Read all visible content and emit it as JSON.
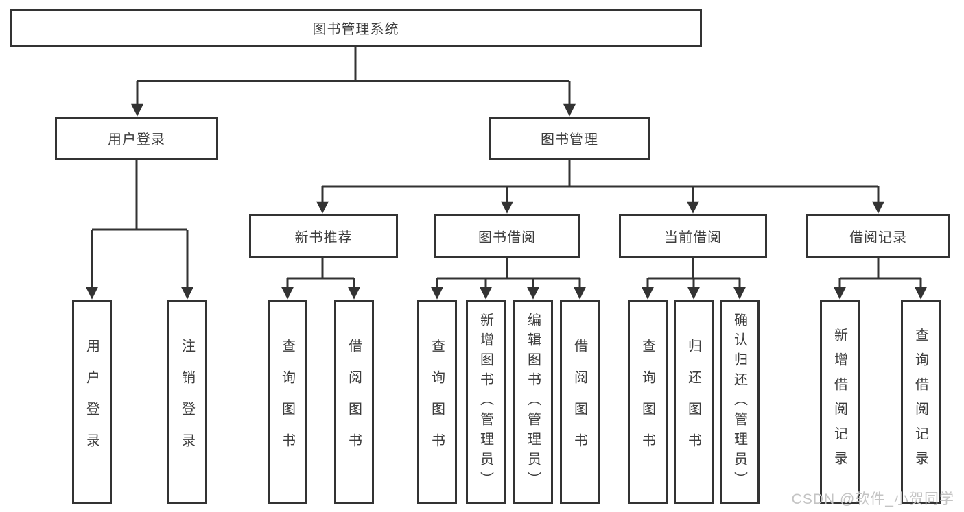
{
  "colors": {
    "line": "#333333",
    "box_border": "#333333",
    "box_background": "#ffffff",
    "text": "#3d3d3d",
    "watermark_text": "#c4c4c4"
  },
  "watermark": "CSDN @软件_小贺同学",
  "tree": {
    "label": "图书管理系统",
    "children": [
      {
        "label": "用户登录",
        "children": [
          {
            "label": "用户登录"
          },
          {
            "label": "注销登录"
          }
        ]
      },
      {
        "label": "图书管理",
        "children": [
          {
            "label": "新书推荐",
            "children": [
              {
                "label": "查询图书"
              },
              {
                "label": "借阅图书"
              }
            ]
          },
          {
            "label": "图书借阅",
            "children": [
              {
                "label": "查询图书"
              },
              {
                "label": "新增图书（管理员）"
              },
              {
                "label": "编辑图书（管理员）"
              },
              {
                "label": "借阅图书"
              }
            ]
          },
          {
            "label": "当前借阅",
            "children": [
              {
                "label": "查询图书"
              },
              {
                "label": "归还图书"
              },
              {
                "label": "确认归还（管理员）"
              }
            ]
          },
          {
            "label": "借阅记录",
            "children": [
              {
                "label": "新增借阅记录"
              },
              {
                "label": "查询借阅记录"
              }
            ]
          }
        ]
      }
    ]
  }
}
